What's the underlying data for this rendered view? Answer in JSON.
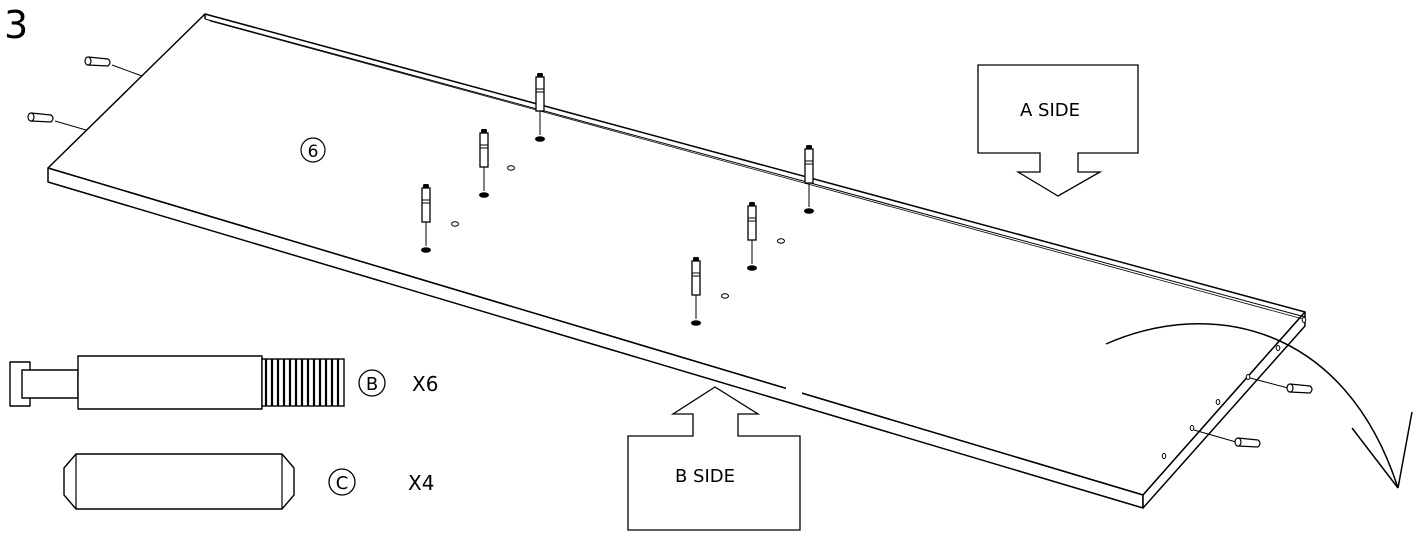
{
  "step": {
    "number": "3"
  },
  "panel": {
    "part_number": "6"
  },
  "callouts": {
    "a_side": "A SIDE",
    "b_side": "B SIDE"
  },
  "parts": {
    "cam_bolt": {
      "letter": "B",
      "qty": "X6"
    },
    "dowel": {
      "letter": "C",
      "qty": "X4"
    }
  },
  "colors": {
    "ink": "#000000",
    "paper": "#ffffff"
  }
}
